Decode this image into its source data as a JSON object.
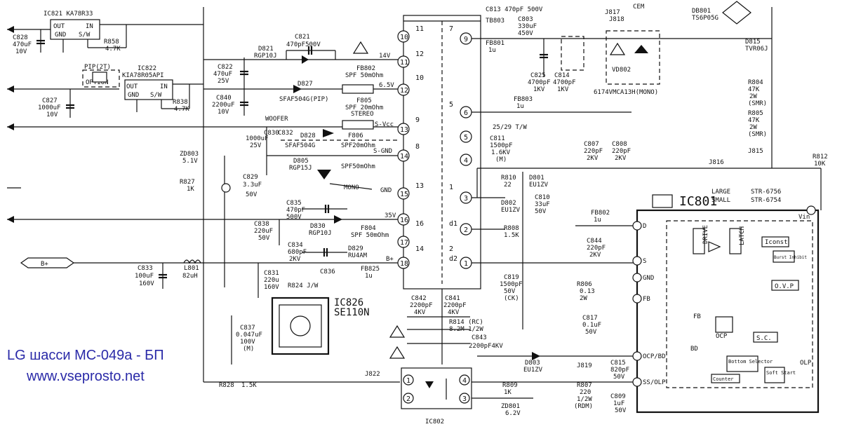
{
  "title": "LG шасси MC-049a - БП",
  "url": "www.vseprosto.net",
  "ic": {
    "ic821": "IC821 KA78R33",
    "ic822": "IC822",
    "ic822_part": "KIA78R05API",
    "out": "OUT",
    "in": "IN",
    "gnd": "GND",
    "sw": "S/W",
    "ic826": "IC826",
    "ic826_part": "SE110N",
    "ic802": "IC802",
    "ic801": "IC801",
    "large": "LARGE",
    "large_part": "STR-6756",
    "small": "SMALL",
    "small_part": "STR-6754",
    "pip": "PIP(2T)",
    "option": "OPTION"
  },
  "ic801_blocks": {
    "drive": "DRIVE",
    "latch": "LATCH",
    "iconst": "Iconst",
    "burst": "Burst Inhibit",
    "ovp": "O.V.P",
    "fb": "FB",
    "ocp": "OCP",
    "bd": "BD",
    "sc": "S.C.",
    "selector": "Bottom Selector",
    "counter": "Counter",
    "soft": "Soft Start",
    "olp": "OLP",
    "vin": "Vin",
    "d": "D",
    "s": "S",
    "gnd": "GND",
    "fb_pin": "FB",
    "ocpbd": "OCP/BD",
    "ssolp": "SS/OLP"
  },
  "components": {
    "c828": "C828",
    "c828v": "470uF",
    "c828r": "10V",
    "r858": "R858",
    "r858v": "4.7K",
    "r838": "R838",
    "r838v": "4.7K",
    "c827": "C827",
    "c827v": "1000uF",
    "c827r": "10V",
    "c822": "C822",
    "c822v": "470uF",
    "c822r": "25V",
    "c840": "C840",
    "c840v": "2200uF",
    "c840r": "10V",
    "d821": "D821",
    "d821v": "RGP10J",
    "c821": "C821",
    "c821v": "470pF500V",
    "fb802a": "FB802",
    "fb802av": "SPF 50mOhm",
    "d827": "D827",
    "d827v": "SFAF504G(PIP)",
    "f805": "F805",
    "f805v": "SPF 20mOhm",
    "woofer": "WOOFER",
    "stereo": "STEREO",
    "mono": "MONO",
    "c830": "C830",
    "c830v": "1000uF",
    "c830r": "25V",
    "c832": "C832",
    "d828": "D828",
    "d828v": "SFAF504G",
    "f806": "F806",
    "f806v": "SPF20mOhm",
    "d805": "D805",
    "d805v": "RGP15J",
    "d805f": "SPF50mOhm",
    "zd803": "ZD803",
    "zd803v": "5.1V",
    "c829": "C829",
    "c829v": "3.3uF",
    "c829r": "50V",
    "r827": "R827",
    "r827v": "1K",
    "c835": "C835",
    "c835v": "470pF",
    "c835r": "500V",
    "d830": "D830",
    "d830v": "RGP10J",
    "f804": "F804",
    "f804v": "SPF 50mOhm",
    "c838": "C838",
    "c838v": "220uF",
    "c838r": "50V",
    "c834": "C834",
    "c834v": "680pF",
    "c834r": "2KV",
    "d829": "D829",
    "d829v": "RU4AM",
    "fb825": "FB825",
    "fb825v": "1u",
    "c836": "C836",
    "c833": "C833",
    "c833v": "100uF",
    "c833r": "160V",
    "l801": "L801",
    "l801v": "82uH",
    "c831": "C831",
    "c831v": "220u",
    "c831r": "160V",
    "r824": "R824 J/W",
    "c837": "C837",
    "c837v": "0.047uF",
    "c837r": "100V",
    "c837m": "(M)",
    "r828": "R828",
    "r828v": "1.5K",
    "j822": "J822",
    "c842": "C842",
    "c842v": "2200pF",
    "c842r": "4KV",
    "c841": "C841",
    "c841v": "2200pF",
    "c841r": "4KV",
    "r814": "R814 (RC)",
    "r814v": "8.2M 1/2W",
    "c843": "C843",
    "c843v": "2200pF4KV",
    "c813": "C813 470pF 500V",
    "tb803": "TB803",
    "fb801": "FB801",
    "fb801v": "1u",
    "c803": "C803",
    "c803v": "330uF",
    "c803r": "450V",
    "c825": "C825",
    "c825v": "4700pF",
    "c825r": "1KV",
    "c814": "C814",
    "c814v": "4700pF",
    "c814r": "1KV",
    "j817": "J817",
    "j818": "J818",
    "vd802": "VD802",
    "vd802p": "6174VMCA13H(MONO)",
    "cem": "CEM",
    "db801": "DB801",
    "db801v": "TS6P05G",
    "d815": "D815",
    "d815v": "TVR06J",
    "r804": "R804",
    "r804v": "47K",
    "r804p": "2W",
    "r804s": "(SMR)",
    "r805": "R805",
    "r805v": "47K",
    "r805p": "2W",
    "r805s": "(SMR)",
    "j815": "J815",
    "j816": "J816",
    "r812": "R812",
    "r812v": "10K",
    "fb803": "FB803",
    "fb803v": "1u",
    "tw": "25/29 T/W",
    "c811": "C811",
    "c811v": "1500pF",
    "c811r": "1.6KV",
    "c811m": "(M)",
    "c807": "C807",
    "c807v": "220pF",
    "c807r": "2KV",
    "c808": "C808",
    "c808v": "220pF",
    "c808r": "2KV",
    "r810": "R810",
    "r810v": "22",
    "d801": "D801",
    "d801v": "EU1ZV",
    "d802": "D802",
    "d802v": "EU1ZV",
    "c810": "C810",
    "c810v": "33uF",
    "c810r": "50V",
    "r808": "R808",
    "r808v": "1.5K",
    "fb802": "FB802",
    "fb802v": "1u",
    "c844": "C844",
    "c844v": "220pF",
    "c844r": "2KV",
    "c819": "C819",
    "c819v": "1500pF",
    "c819r": "50V",
    "c819m": "(CK)",
    "r806": "R806",
    "r806v": "0.13",
    "r806p": "2W",
    "c817": "C817",
    "c817v": "0.1uF",
    "c817r": "50V",
    "d803": "D803",
    "d803v": "EU1ZV",
    "j819": "J819",
    "c815": "C815",
    "c815v": "820pF",
    "c815r": "50V",
    "r807": "R807",
    "r807v": "220",
    "r807p": "1/2W",
    "r807m": "(RDM)",
    "c809": "C809",
    "c809v": "1uF",
    "c809r": "50V",
    "r809": "R809",
    "r809v": "1K",
    "zd801": "ZD801",
    "zd801v": "6.2V"
  },
  "nets": {
    "v14": "14V",
    "v65": "6.5V",
    "svcc": "S-Vcc",
    "sgnd": "S-GND",
    "gnd": "GND",
    "v35": "35V",
    "bplus": "B+"
  },
  "pins": {
    "p9": "9",
    "p10": "10",
    "p11": "11",
    "p12": "12",
    "p13": "13",
    "p14": "14",
    "p15": "15",
    "p16": "16",
    "p17": "17",
    "p18": "18",
    "p1": "1",
    "p2": "2",
    "p3": "3",
    "p4": "4",
    "p5": "5",
    "p6": "6",
    "p7": "7",
    "p8": "8",
    "s1": "1",
    "s2": "2",
    "s3": "3",
    "s4": "4",
    "w11": "11",
    "w12": "12",
    "w10": "10",
    "w9": "9",
    "w8": "8",
    "w13": "13",
    "w16": "16",
    "w14": "14",
    "w7": "7",
    "w5": "5",
    "w1": "1",
    "w2": "2",
    "wd1": "d1",
    "wd2": "d2"
  },
  "colors": {
    "ink": "#111111",
    "footer": "#2a2aa8"
  }
}
